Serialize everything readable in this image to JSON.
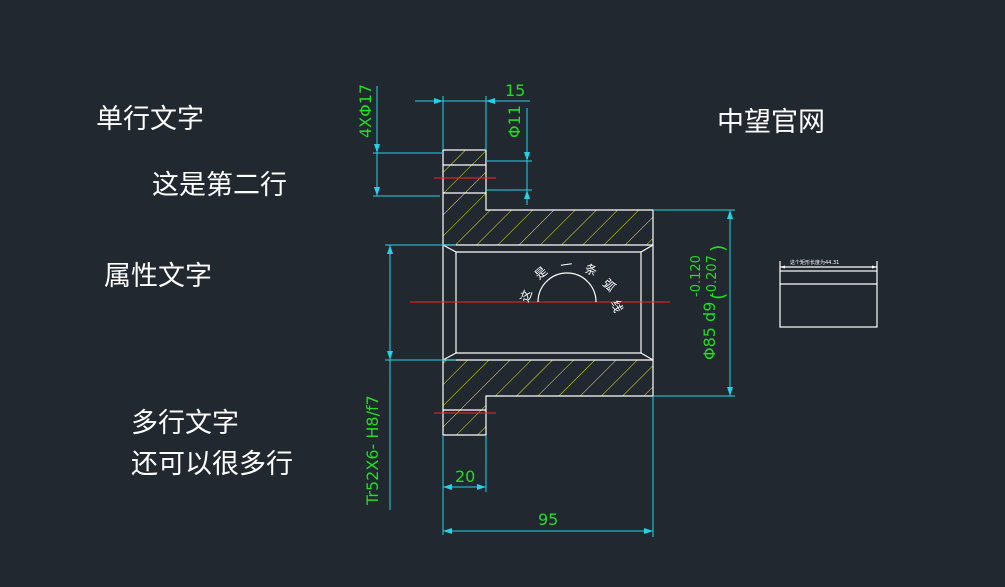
{
  "texts": {
    "single_line": "单行文字",
    "second_line": "这是第二行",
    "attribute_text": "属性文字",
    "multiline_1": "多行文字",
    "multiline_2": "还可以很多行",
    "brand": "中望官网"
  },
  "dimensions": {
    "holes": "4XΦ17",
    "width_top": "15",
    "small_dia": "Φ11",
    "thread": "Tr52X6- H8/f7",
    "dia_85": "Φ85 d9",
    "tol_upper": "-0.120",
    "tol_lower": "-0.207",
    "width_20": "20",
    "width_95": "95"
  },
  "arc_label": "这是一条弧线",
  "rect_label": "这个矩形长度为44.31",
  "colors": {
    "background": "#212830",
    "outline": "#ffffff",
    "dimension_line": "#22d3e6",
    "dimension_text": "#22dd22",
    "center_line": "#ff2222",
    "hatch": "#e6e62a"
  }
}
